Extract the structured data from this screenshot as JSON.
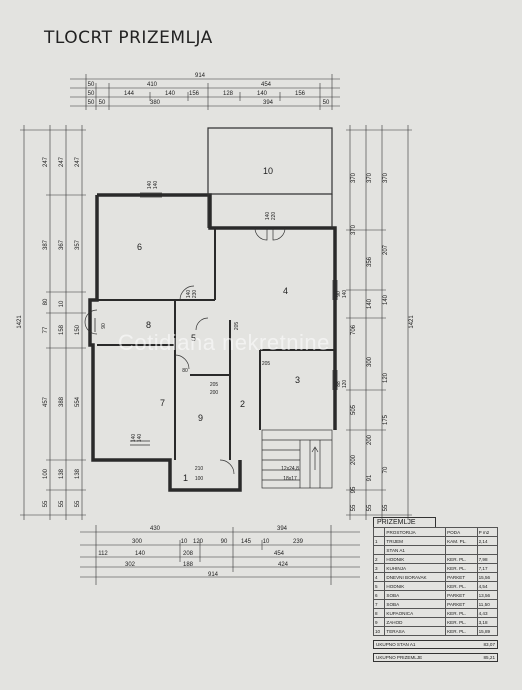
{
  "title": "TLOCRT PRIZEMLJA",
  "watermark": "Cotidiana nekretnine",
  "rooms": [
    {
      "num": "1"
    },
    {
      "num": "2"
    },
    {
      "num": "3"
    },
    {
      "num": "4"
    },
    {
      "num": "5"
    },
    {
      "num": "6"
    },
    {
      "num": "7"
    },
    {
      "num": "8"
    },
    {
      "num": "9"
    },
    {
      "num": "10"
    }
  ],
  "top_dims": {
    "row1": [
      "914"
    ],
    "row2": [
      "50",
      "410",
      "454"
    ],
    "row3": [
      "50",
      "144",
      "140",
      "156",
      "128",
      "140",
      "156"
    ],
    "row4": [
      "50",
      "50",
      "380",
      "394",
      "50"
    ]
  },
  "bottom_dims": {
    "row1": [
      "430",
      "394"
    ],
    "row2": [
      "300",
      "10",
      "120",
      "90",
      "145",
      "10",
      "239"
    ],
    "row3": [
      "112",
      "140",
      "208",
      "454"
    ],
    "row4": [
      "302",
      "188",
      "424"
    ],
    "row5": [
      "914"
    ]
  },
  "left_dims": {
    "col_outer": [
      "1421"
    ],
    "col_a": [
      "247",
      "387",
      "80",
      "77",
      "457",
      "100",
      "55"
    ],
    "col_b": [
      "247",
      "367",
      "10",
      "158",
      "388",
      "138",
      "55"
    ],
    "col_c": [
      "247",
      "357",
      "150",
      "554",
      "138",
      "55"
    ]
  },
  "right_dims": {
    "col_outer": [
      "1421"
    ],
    "col_a": [
      "370",
      "370",
      "706",
      "505",
      "200",
      "95",
      "55"
    ],
    "col_b": [
      "370",
      "356",
      "140",
      "300",
      "200",
      "91",
      "55"
    ],
    "col_c": [
      "370",
      "207",
      "140",
      "120",
      "175",
      "70",
      "55"
    ]
  },
  "inner_labels": [
    "140",
    "140",
    "140",
    "220",
    "140",
    "230",
    "90",
    "205",
    "80",
    "205",
    "205",
    "140",
    "140",
    "200",
    "120",
    "88",
    "140",
    "90",
    "210",
    "100",
    "12x24,8",
    "18x17"
  ],
  "area_table": {
    "heading": "PRIZEMLJE",
    "columns": [
      "",
      "PROSTORIJA",
      "PODA",
      "P m2"
    ],
    "rows": [
      [
        "1",
        "TRIJEM",
        "KAM. PL.",
        "2,14"
      ],
      [
        "",
        "STAN A1",
        "",
        ""
      ],
      [
        "2",
        "HODNIK",
        "KER. PL.",
        "7,98"
      ],
      [
        "3",
        "KUHINJA",
        "KER. PL.",
        "7,17"
      ],
      [
        "4",
        "DNEVNI BORAVAK",
        "PARKET",
        "15,56"
      ],
      [
        "5",
        "HODNIK",
        "KER. PL.",
        "4,54"
      ],
      [
        "6",
        "SOBA",
        "PARKET",
        "13,56"
      ],
      [
        "7",
        "SOBA",
        "PARKET",
        "11,50"
      ],
      [
        "8",
        "KUPAONICA",
        "KER. PL.",
        "4,43"
      ],
      [
        "9",
        "ZAHOD",
        "KER. PL.",
        "3,18"
      ],
      [
        "10",
        "TERASA",
        "KER. PL.",
        "15,89"
      ]
    ],
    "total_a1_label": "UKUPNO STAN A1",
    "total_a1_value": "83,07",
    "total_label": "UKUPNO PRIZEMLJE",
    "total_value": "85,21"
  }
}
